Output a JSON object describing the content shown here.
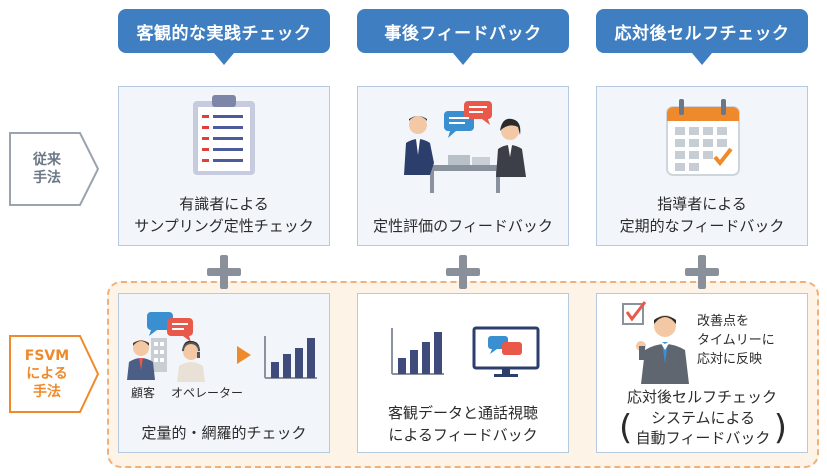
{
  "headers": [
    "客観的な実践チェック",
    "事後フィードバック",
    "応対後セルフチェック"
  ],
  "side_labels": {
    "conventional": [
      "従来",
      "手法"
    ],
    "fsvm": [
      "FSVM",
      "による",
      "手法"
    ]
  },
  "conventional_boxes": [
    {
      "lines": [
        "有識者による",
        "サンプリング定性チェック"
      ]
    },
    {
      "lines": [
        "定性評価のフィードバック"
      ]
    },
    {
      "lines": [
        "指導者による",
        "定期的なフィードバック"
      ]
    }
  ],
  "fsvm_boxes": [
    {
      "labels": {
        "customer": "顧客",
        "operator": "オペレーター"
      },
      "lines": [
        "定量的・網羅的チェック"
      ]
    },
    {
      "lines": [
        "客観データと通話視聴",
        "によるフィードバック"
      ]
    },
    {
      "bubble": [
        "改善点を",
        "タイムリーに",
        "応対に反映"
      ],
      "lines": [
        "応対後セルフチェック",
        "システムによる",
        "自動フィードバック"
      ]
    }
  ],
  "colors": {
    "header_bg": "#3f7ec0",
    "fsvm_orange": "#ef8a2c",
    "conventional_gray": "#6b7785",
    "box_border": "#b5c9e0"
  }
}
